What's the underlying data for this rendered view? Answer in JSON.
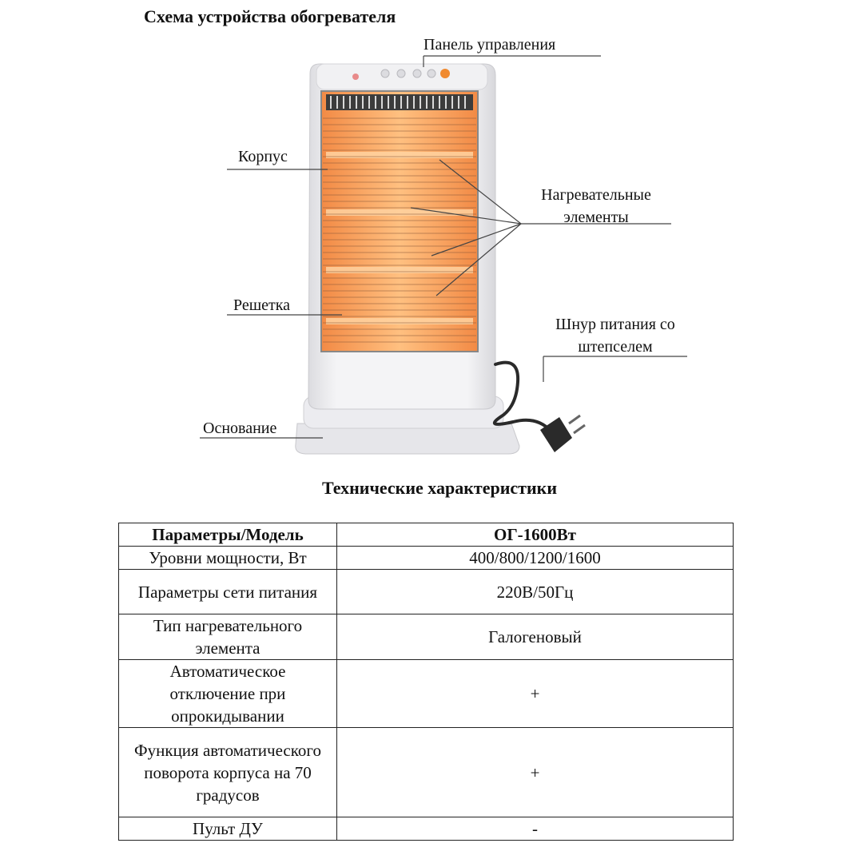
{
  "diagram": {
    "title": "Схема устройства обогревателя",
    "labels": {
      "control_panel": "Панель управления",
      "body": "Корпус",
      "heating_elements": "Нагревательные элементы",
      "grille": "Решетка",
      "power_cord": "Шнур питания со штепселем",
      "base": "Основание"
    }
  },
  "specs": {
    "title": "Технические характеристики",
    "header": {
      "param": "Параметры/Модель",
      "model": "ОГ-1600Вт"
    },
    "rows": [
      {
        "param": "Уровни мощности, Вт",
        "value": "400/800/1200/1600"
      },
      {
        "param": "Параметры сети питания",
        "value": "220В/50Гц"
      },
      {
        "param": "Тип нагревательного элемента",
        "value": "Галогеновый"
      },
      {
        "param": "Автоматическое отключение при опрокидывании",
        "value": "+"
      },
      {
        "param": "Функция автоматического поворота корпуса на 70 градусов",
        "value": "+"
      },
      {
        "param": "Пульт ДУ",
        "value": "-"
      }
    ]
  },
  "colors": {
    "heater_body": "#efeff1",
    "element_orange": "#f07a3a",
    "element_glow": "#ffb070",
    "accent_button": "#f08a30"
  }
}
